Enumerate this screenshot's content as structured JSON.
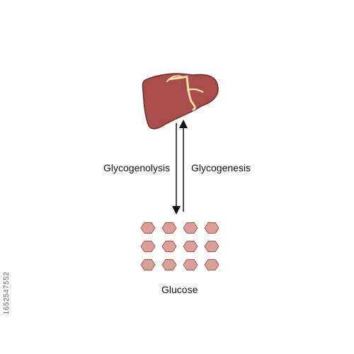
{
  "labels": {
    "left_process": "Glycogenolysis",
    "right_process": "Glycogenesis",
    "bottom": "Glucose",
    "side_id": "1652547552"
  },
  "icons": {
    "organ": "liver-icon",
    "molecule": "glucose-hexagon-icon"
  },
  "colors": {
    "liver_fill": "#a84c4c",
    "liver_edge": "#6f2d2d",
    "liver_vessels": "#f4e2a3",
    "glucose_fill": "#d99f98",
    "glucose_edge": "#9a5c56",
    "arrow": "#111111"
  },
  "glucose_grid": {
    "rows": 3,
    "columns": 4
  }
}
